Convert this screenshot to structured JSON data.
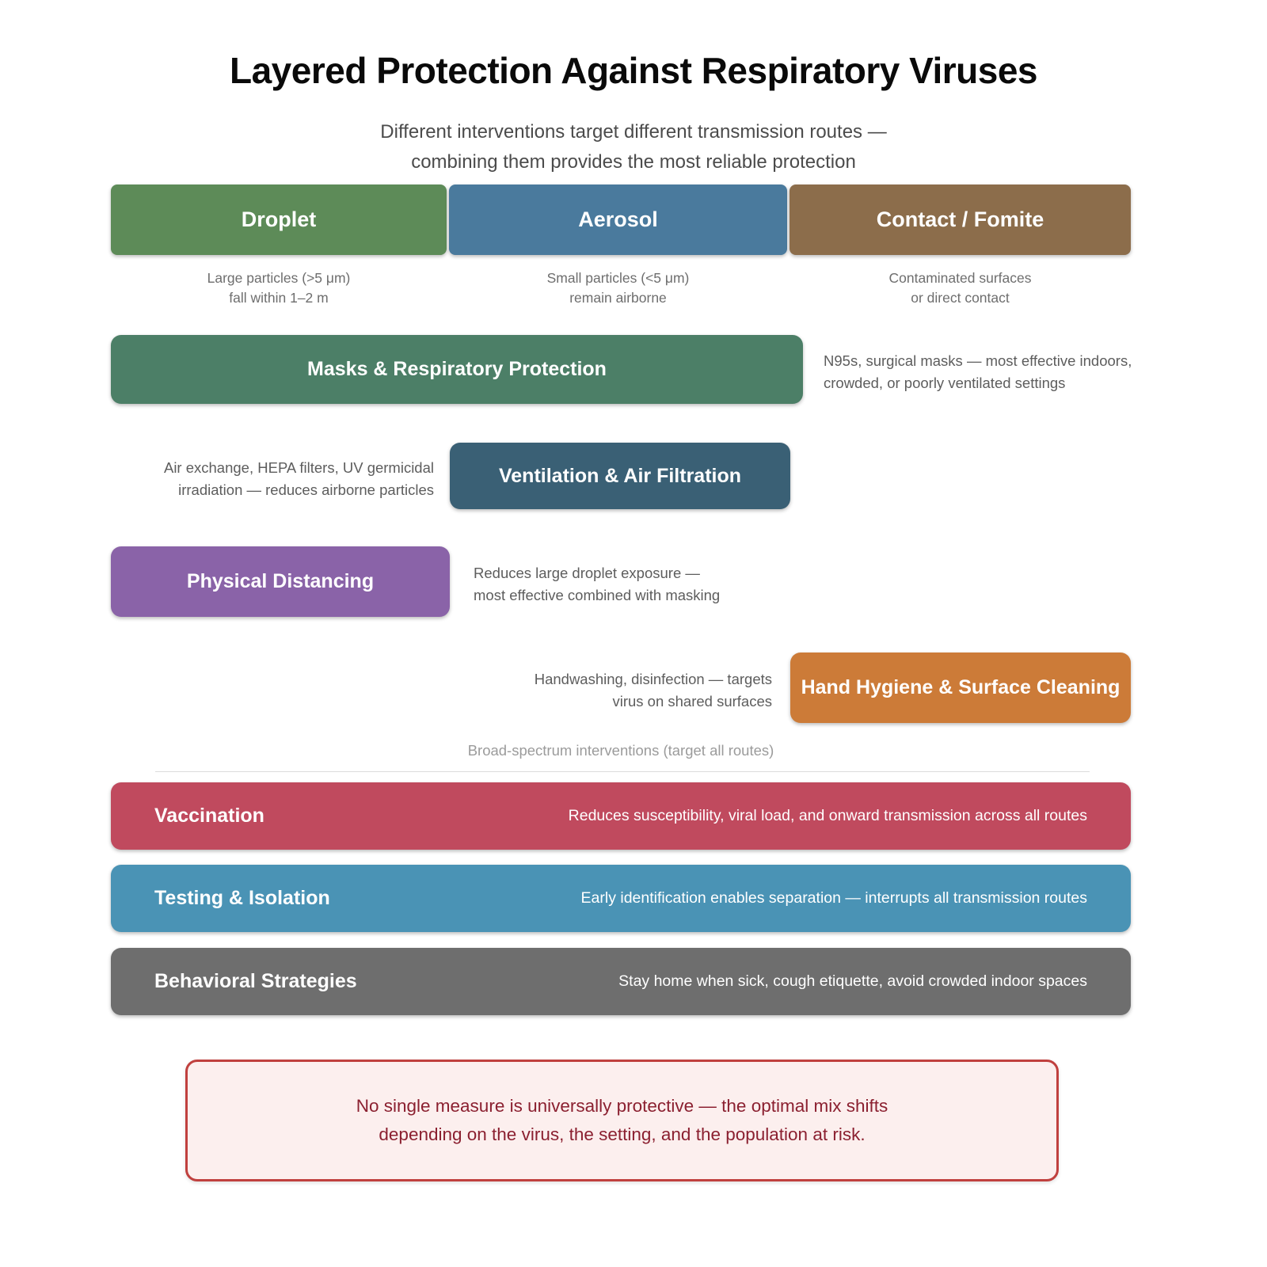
{
  "header": {
    "title": "Layered Protection Against Respiratory Viruses",
    "subtitle": "Different interventions target different transmission routes —\ncombining them provides the most reliable protection"
  },
  "routes": [
    {
      "label": "Droplet",
      "description": "Large particles (>5 μm)\nfall within 1–2 m",
      "color": "#5d8b58"
    },
    {
      "label": "Aerosol",
      "description": "Small particles (<5 μm)\nremain airborne",
      "color": "#4a7a9d"
    },
    {
      "label": "Contact / Fomite",
      "description": "Contaminated surfaces\nor direct contact",
      "color": "#8c6d4b"
    }
  ],
  "interventions": [
    {
      "label": "Masks & Respiratory Protection",
      "note": "N95s, surgical masks — most effective indoors,\ncrowded, or poorly ventilated settings",
      "color": "#4c7f67"
    },
    {
      "label": "Ventilation & Air Filtration",
      "note": "Air exchange, HEPA filters, UV germicidal\nirradiation — reduces airborne particles",
      "color": "#3a6075"
    },
    {
      "label": "Physical Distancing",
      "note": "Reduces large droplet exposure —\nmost effective combined with masking",
      "color": "#8a63a8"
    },
    {
      "label": "Hand Hygiene & Surface Cleaning",
      "note": "Handwashing, disinfection — targets\nvirus on shared surfaces",
      "color": "#cc7b38"
    }
  ],
  "broad_section": {
    "label": "Broad-spectrum interventions (target all routes)",
    "bars": [
      {
        "label": "Vaccination",
        "description": "Reduces susceptibility, viral load, and onward transmission across all routes",
        "color": "#c04a5e"
      },
      {
        "label": "Testing & Isolation",
        "description": "Early identification enables separation — interrupts all transmission routes",
        "color": "#4a93b5"
      },
      {
        "label": "Behavioral Strategies",
        "description": "Stay home when sick, cough etiquette, avoid crowded indoor spaces",
        "color": "#6e6e6e"
      }
    ]
  },
  "footer_note": {
    "text": "No single measure is universally protective — the optimal mix shifts\ndepending on the virus, the setting, and the population at risk.",
    "border_color": "#c0403e",
    "background_color": "#fcefee",
    "text_color": "#8b2030"
  }
}
